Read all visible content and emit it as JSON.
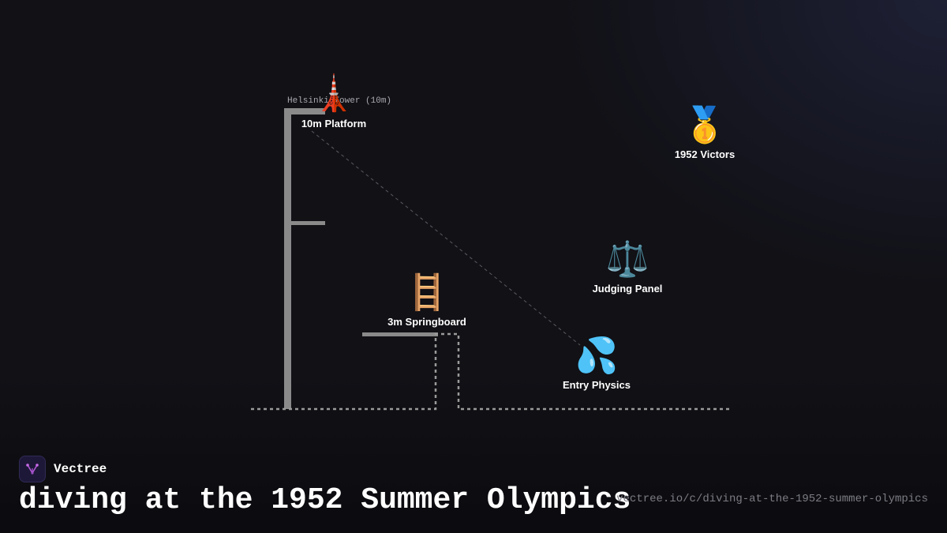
{
  "diagram": {
    "tower_caption": "Helsinki Tower (10m)",
    "nodes": {
      "platform": {
        "icon": "tokyo-tower-icon",
        "emoji": "🗼",
        "label": "10m Platform"
      },
      "victors": {
        "icon": "gold-medal-icon",
        "emoji": "🥇",
        "label": "1952 Victors"
      },
      "judging": {
        "icon": "balance-scale-icon",
        "emoji": "⚖️",
        "label": "Judging Panel"
      },
      "springboard": {
        "icon": "ladder-icon",
        "emoji": "🪜",
        "label": "3m Springboard"
      },
      "entry": {
        "icon": "sweat-droplets-icon",
        "emoji": "💦",
        "label": "Entry Physics"
      }
    }
  },
  "footer": {
    "brand": "Vectree",
    "title": "diving at the 1952 Summer Olympics",
    "url": "vectree.io/c/diving-at-the-1952-summer-olympics"
  },
  "colors": {
    "background": "#111116",
    "structure": "#8a8a8a",
    "water_line": "#9a9a9a",
    "logo_accent": "#b157d6"
  }
}
